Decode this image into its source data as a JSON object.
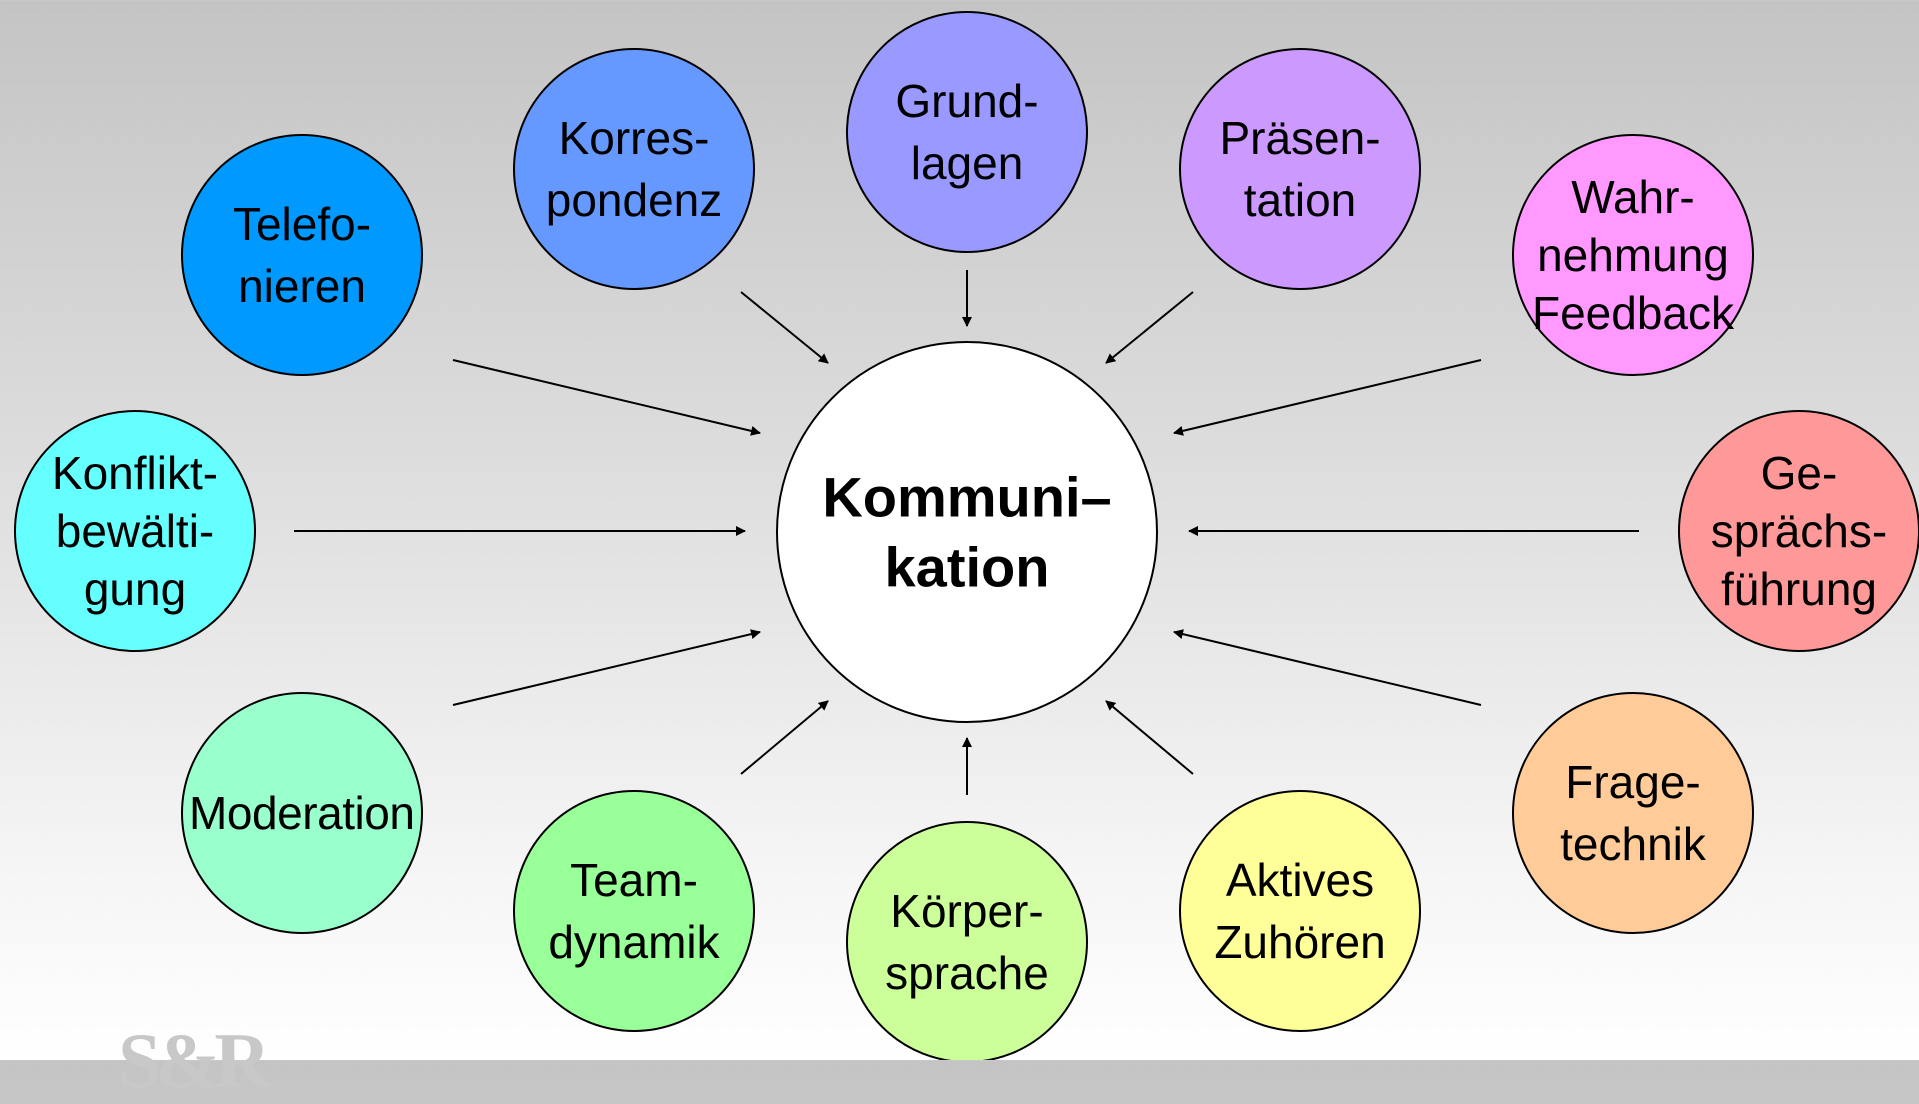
{
  "diagram": {
    "center": {
      "lines": [
        "Kommuni–",
        "kation"
      ],
      "color": "#ffffff"
    },
    "nodes": [
      {
        "id": "telefonieren",
        "lines": [
          "Telefo-",
          "nieren"
        ],
        "color": "#0099ff"
      },
      {
        "id": "korrespondenz",
        "lines": [
          "Korres-",
          "pondenz"
        ],
        "color": "#6699ff"
      },
      {
        "id": "grundlagen",
        "lines": [
          "Grund-",
          "lagen"
        ],
        "color": "#9999ff"
      },
      {
        "id": "praesentation",
        "lines": [
          "Präsen-",
          "tation"
        ],
        "color": "#cc99ff"
      },
      {
        "id": "wahrnehmung",
        "lines": [
          "Wahr-",
          "nehmung",
          "Feedback"
        ],
        "color": "#ff99ff"
      },
      {
        "id": "konfliktbewaeltigung",
        "lines": [
          "Konflikt-",
          "bewälti-",
          "gung"
        ],
        "color": "#66ffff"
      },
      {
        "id": "gespraechsfuehrung",
        "lines": [
          "Ge-",
          "sprächs-",
          "führung"
        ],
        "color": "#ff9999"
      },
      {
        "id": "moderation",
        "lines": [
          "Moderation"
        ],
        "color": "#99ffcc"
      },
      {
        "id": "fragetechnik",
        "lines": [
          "Frage-",
          "technik"
        ],
        "color": "#ffcc99"
      },
      {
        "id": "teamdynamik",
        "lines": [
          "Team-",
          "dynamik"
        ],
        "color": "#99ff99"
      },
      {
        "id": "koerpersprache",
        "lines": [
          "Körper-",
          "sprache"
        ],
        "color": "#ccff99"
      },
      {
        "id": "aktives-zuhoeren",
        "lines": [
          "Aktives",
          "Zuhören"
        ],
        "color": "#ffff99"
      }
    ]
  },
  "logo": {
    "text": "S&R"
  }
}
